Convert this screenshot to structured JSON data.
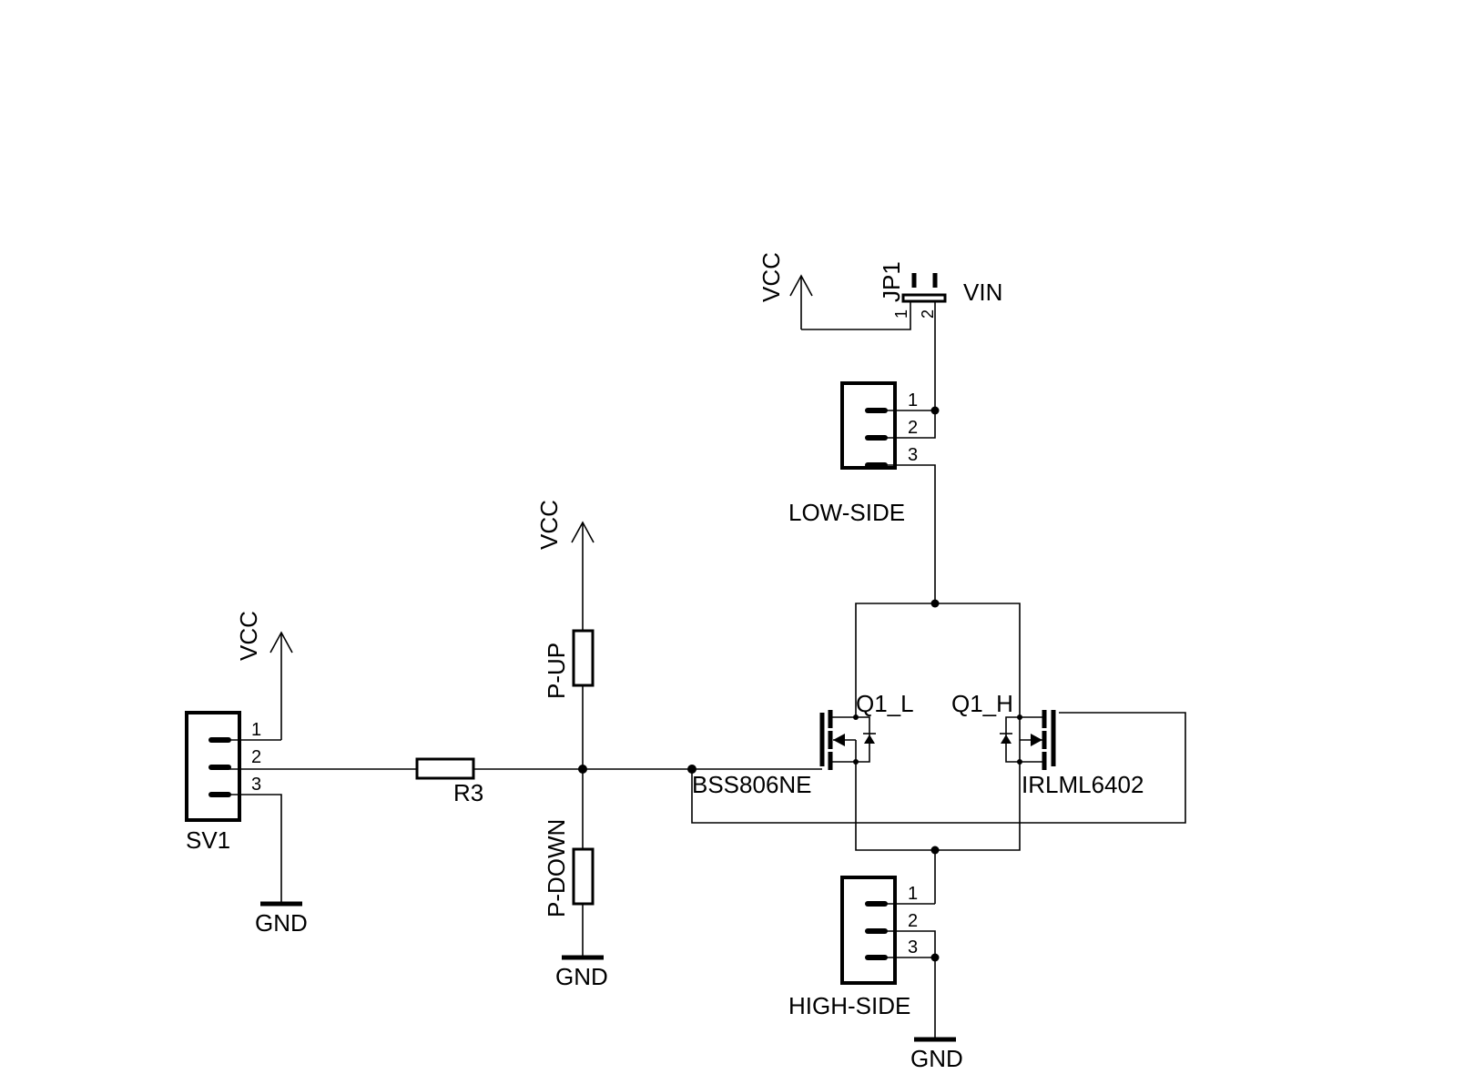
{
  "labels": {
    "vcc_jp1": "VCC",
    "jp1": "JP1",
    "jp1_pin1": "1",
    "jp1_pin2": "2",
    "vin": "VIN",
    "vcc_pull": "VCC",
    "vcc_sv1": "VCC",
    "sv1": "SV1",
    "r3": "R3",
    "p_up": "P-UP",
    "p_down": "P-DOWN",
    "gnd_sv1": "GND",
    "gnd_mid": "GND",
    "gnd_high": "GND",
    "low_side": "LOW-SIDE",
    "high_side": "HIGH-SIDE",
    "q1_l": "Q1_L",
    "q1_h": "Q1_H",
    "bss": "BSS806NE",
    "irlml": "IRLML6402"
  },
  "connector_pins": [
    "1",
    "2",
    "3"
  ]
}
